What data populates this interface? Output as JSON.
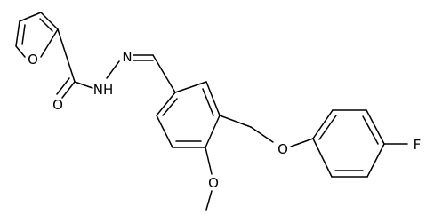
{
  "molecule": {
    "atom_labels": {
      "furan_oxygen": "O",
      "carbonyl_oxygen": "O",
      "amide_nh": "NH",
      "hydrazone_n": "N",
      "ether_oxygen": "O",
      "methoxy_oxygen": "O",
      "fluorine": "F"
    },
    "colors": {
      "bond": "#000000",
      "label": "#000000",
      "background": "#ffffff"
    }
  }
}
